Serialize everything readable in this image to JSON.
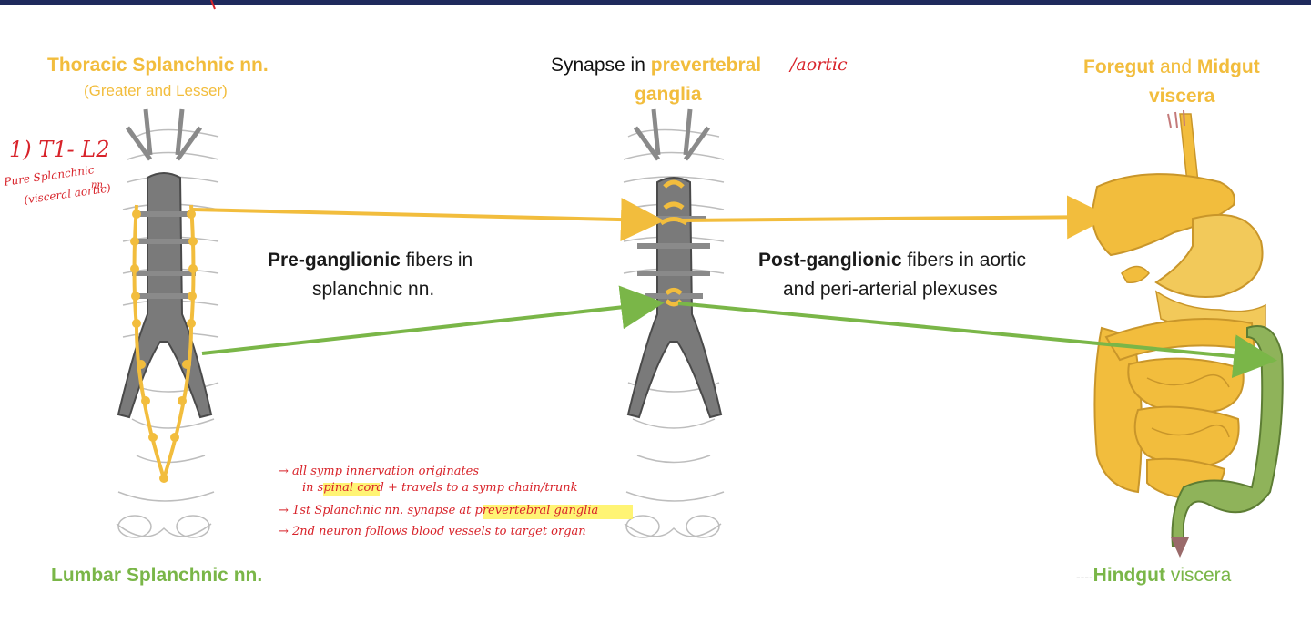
{
  "labels": {
    "thoracic": "Thoracic Splanchnic nn.",
    "thoracic_sub": "(Greater and Lesser)",
    "synapse_prefix": "Synapse in",
    "synapse_highlight": "prevertebral",
    "synapse_line2": "ganglia",
    "foregut_part1": "Foregut",
    "foregut_and": "and",
    "foregut_part2": "Midgut",
    "foregut_line2": "viscera",
    "pre_bold": "Pre-ganglionic",
    "pre_rest": "fibers in",
    "pre_line2": "splanchnic nn.",
    "post_bold": "Post-ganglionic",
    "post_rest": "fibers in aortic",
    "post_line2": "and peri-arterial plexuses",
    "lumbar": "Lumbar Splanchnic nn.",
    "hindgut_dash": "----",
    "hindgut_part1": "Hindgut",
    "hindgut_part2": "viscera"
  },
  "handwritten": {
    "level": "1) T1- L2",
    "note_a": "Pure Splanchnic",
    "note_b": "nn",
    "note_c": "(visceral aortic)",
    "top_word": "/aortic",
    "bullet1a": "→ all symp innervation originates",
    "bullet1b": "in spinal cord + travels to a symp chain/trunk",
    "bullet2": "→ 1st Splanchnic nn. synapse at prevertebral ganglia",
    "bullet3": "→ 2nd neuron follows blood vessels to target organ"
  },
  "colors": {
    "gold": "#f2bd3d",
    "green": "#7ab648",
    "red_ink": "#d8232a",
    "aorta": "#7a7a7a",
    "top_rule": "#1f2a5c"
  }
}
